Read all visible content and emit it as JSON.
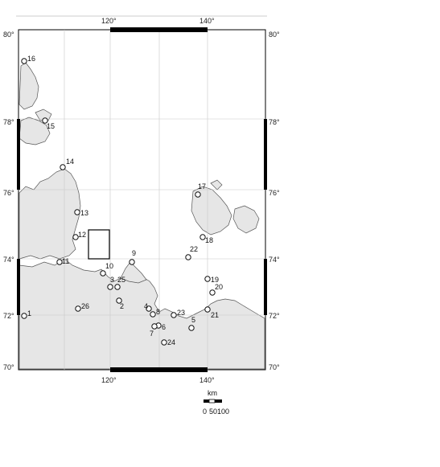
{
  "map": {
    "lon_ticks": [
      "120°",
      "140°"
    ],
    "lat_ticks": [
      "80°",
      "78°",
      "76°",
      "74°",
      "72°",
      "70°"
    ],
    "scale_bar": {
      "unit": "km",
      "labels": [
        "0",
        "50",
        "100"
      ]
    },
    "colors": {
      "land": "#e6e6e6",
      "sea": "#ffffff",
      "coast": "#555555",
      "grid": "#c8c8c8",
      "frame": "#000000"
    },
    "sites": [
      {
        "id": "1",
        "lon_label": "",
        "name": "1"
      },
      {
        "id": "2",
        "name": "2"
      },
      {
        "id": "3",
        "name": "3"
      },
      {
        "id": "4",
        "name": "4"
      },
      {
        "id": "5",
        "name": "5"
      },
      {
        "id": "6",
        "name": "6"
      },
      {
        "id": "7",
        "name": "7"
      },
      {
        "id": "8",
        "name": "8"
      },
      {
        "id": "9",
        "name": "9"
      },
      {
        "id": "10",
        "name": "10"
      },
      {
        "id": "11",
        "name": "11"
      },
      {
        "id": "12",
        "name": "12"
      },
      {
        "id": "13",
        "name": "13"
      },
      {
        "id": "14",
        "name": "14"
      },
      {
        "id": "15",
        "name": "15"
      },
      {
        "id": "16",
        "name": "16"
      },
      {
        "id": "17",
        "name": "17"
      },
      {
        "id": "18",
        "name": "18"
      },
      {
        "id": "19",
        "name": "19"
      },
      {
        "id": "20",
        "name": "20"
      },
      {
        "id": "21",
        "name": "21"
      },
      {
        "id": "22",
        "name": "22"
      },
      {
        "id": "23",
        "name": "23"
      },
      {
        "id": "24",
        "name": "24"
      },
      {
        "id": "25",
        "name": "25"
      },
      {
        "id": "26",
        "name": "26"
      }
    ]
  }
}
